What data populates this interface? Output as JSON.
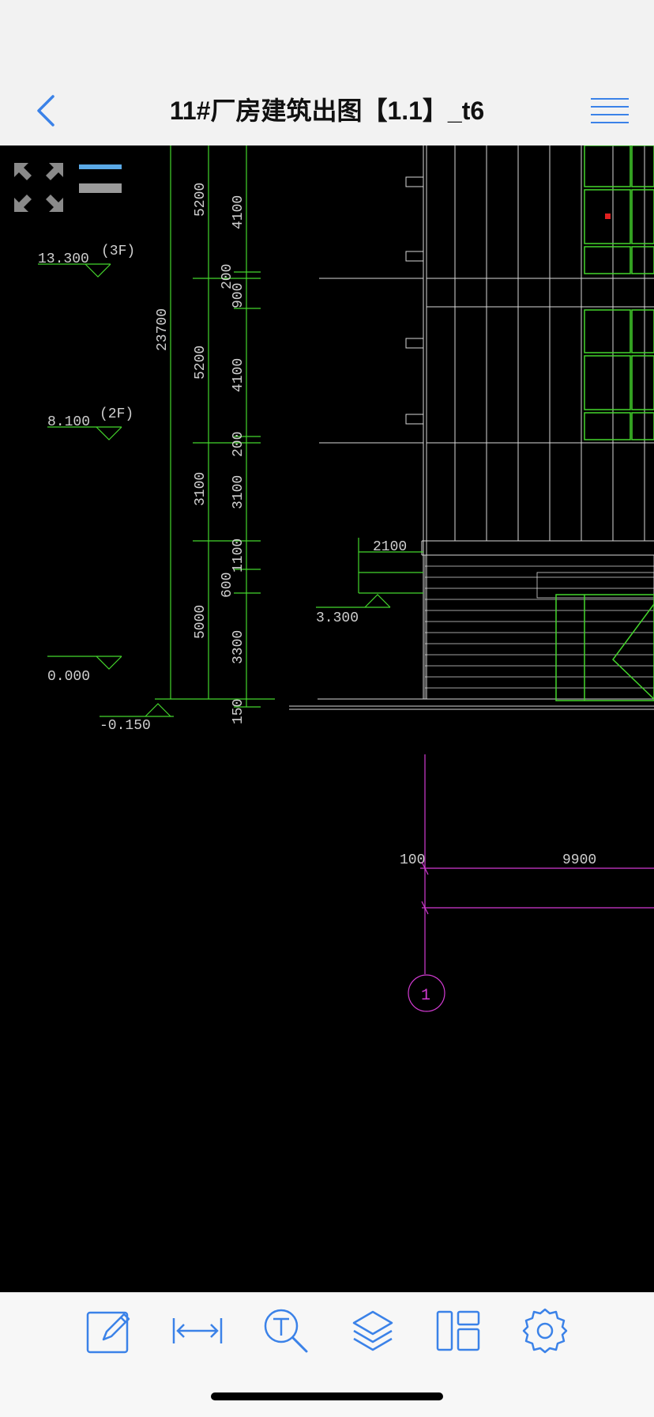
{
  "nav": {
    "title": "11#厂房建筑出图【1.1】_t6",
    "back_icon": "chevron-left-icon",
    "menu_icon": "hamburger-icon"
  },
  "colors": {
    "accent": "#3b82e8",
    "cad_green": "#44d62c",
    "cad_white": "#d8d8d8",
    "cad_magenta": "#d23bd2",
    "canvas_bg": "#000000"
  },
  "drawing": {
    "elevations": [
      {
        "value": "13.300",
        "floor": "(3F)"
      },
      {
        "value": "8.100",
        "floor": "(2F)"
      },
      {
        "value": "0.000",
        "floor": ""
      },
      {
        "value": "-0.150",
        "floor": ""
      },
      {
        "value": "3.300",
        "floor": ""
      }
    ],
    "dimensions": {
      "total": "23700",
      "col2": [
        "5200",
        "5200",
        "3100",
        "5000"
      ],
      "col3": [
        "4100",
        "200",
        "900",
        "4100",
        "200",
        "3100",
        "1100",
        "600",
        "3300",
        "150"
      ],
      "canopy": "2100",
      "grid_offset": "100",
      "grid_span": "9900"
    },
    "axis_label": "1"
  },
  "toolbar": {
    "tools": [
      {
        "icon": "edit-icon"
      },
      {
        "icon": "measure-icon"
      },
      {
        "icon": "text-search-icon"
      },
      {
        "icon": "layers-icon"
      },
      {
        "icon": "layout-icon"
      },
      {
        "icon": "settings-icon"
      }
    ]
  }
}
